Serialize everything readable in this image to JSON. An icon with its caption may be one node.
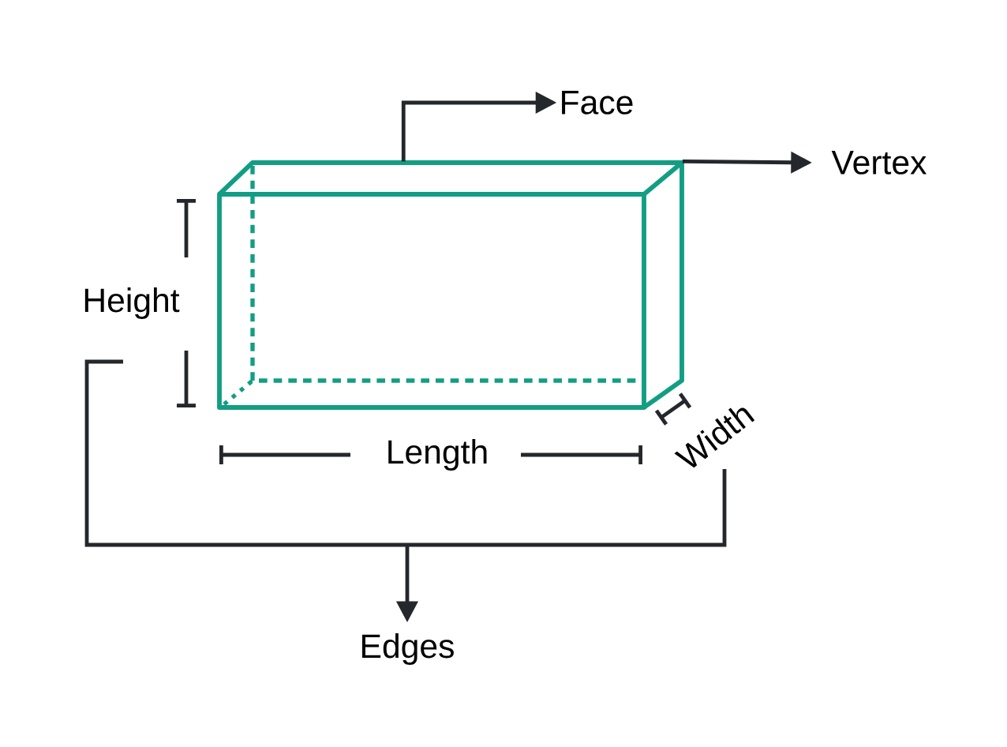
{
  "diagram": {
    "nodes": [
      {
        "text": [],
        "shape": "cuboid"
      },
      {
        "text": [
          "Face"
        ]
      },
      {
        "text": [
          "Vertex"
        ]
      },
      {
        "text": [
          "Edges"
        ]
      }
    ],
    "edges": [
      {
        "from": 0,
        "to": 1,
        "arrow": "to"
      },
      {
        "from": 0,
        "to": 2,
        "arrow": "to"
      },
      {
        "from": null,
        "to": 3,
        "arrow": "to"
      }
    ],
    "labels": [
      "Height",
      "Length",
      "Width"
    ]
  }
}
